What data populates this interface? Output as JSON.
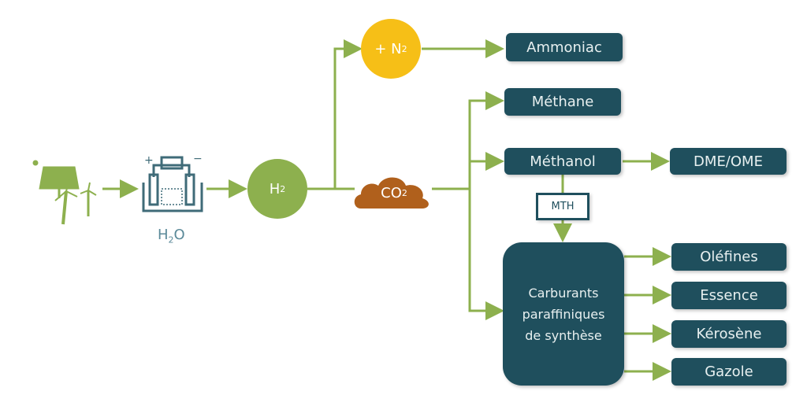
{
  "colors": {
    "teal": "#1f4f5d",
    "green": "#8db04e",
    "yellow": "#f6bf17",
    "brown": "#b0601c"
  },
  "nodes": {
    "source_icon": "solar-wind-icon",
    "electrolyzer_icon": "electrolyzer-icon",
    "water": {
      "main": "H",
      "sub": "2",
      "end": "O"
    },
    "hydrogen": {
      "main": "H",
      "sub": "2"
    },
    "nitrogen": {
      "main": "+ N",
      "sub": "2"
    },
    "co2": {
      "main": "CO",
      "sub": "2"
    },
    "ammoniac": "Ammoniac",
    "methane": "Méthane",
    "methanol": "Méthanol",
    "dme_ome": "DME/OME",
    "mth": "MTH",
    "carburants": [
      "Carburants",
      "paraffiniques",
      "de synthèse"
    ],
    "olefines": "Oléfines",
    "essence": "Essence",
    "kerosene": "Kérosène",
    "gazole": "Gazole"
  }
}
